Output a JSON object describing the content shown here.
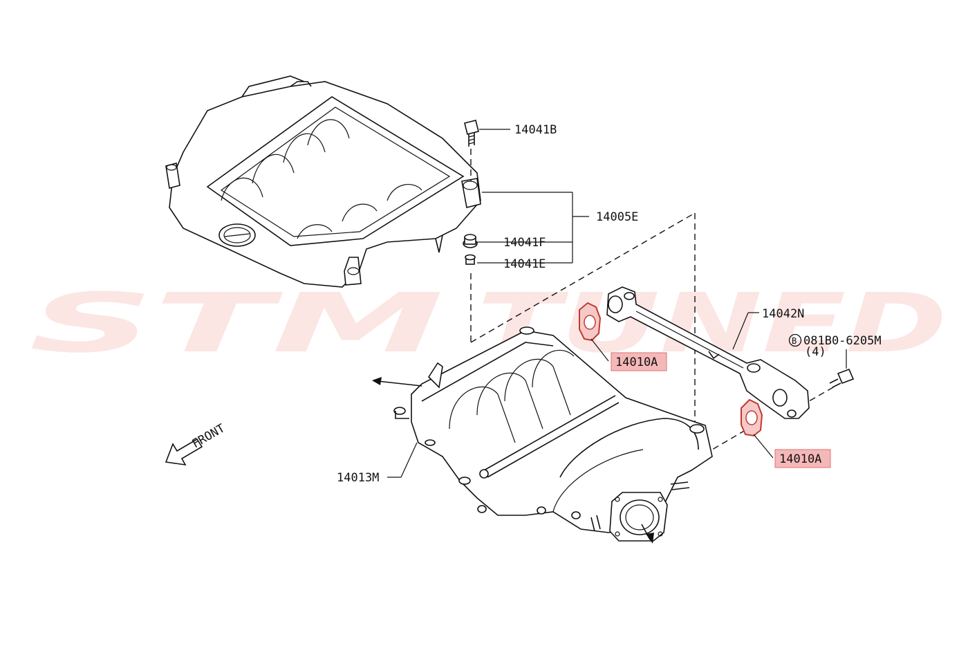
{
  "watermark": {
    "text_left": "STM",
    "text_right": "TUNED",
    "color": "#e8433a"
  },
  "labels": {
    "p14041B": "14041B",
    "p14005E": "14005E",
    "p14041F": "14041F",
    "p14041E": "14041E",
    "p14042N": "14042N",
    "p081B0": "081B0-6205M",
    "p081B0_circle": "B",
    "p081B0_qty": "(4)",
    "p14010A_upper": "14010A",
    "p14010A_lower": "14010A",
    "p14013M": "14013M",
    "front": "FRONT"
  },
  "highlight": {
    "fill": "#f5b8b8",
    "stroke": "#e07070"
  }
}
